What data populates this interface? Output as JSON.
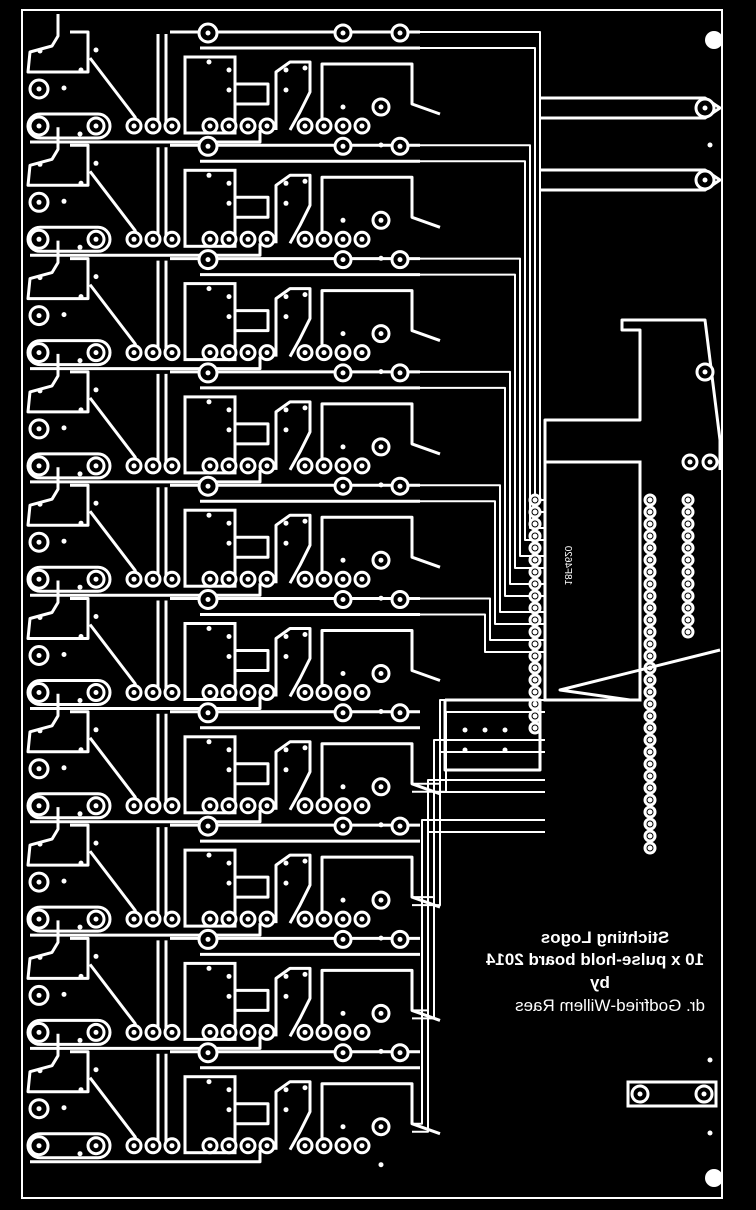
{
  "board": {
    "copper_color": "#000000",
    "isolation_color": "#ffffff",
    "channel_count": 10,
    "chip_label": "18F4620",
    "credits": {
      "line1": "Stichting Logos",
      "line2": "10 x pulse-hold board 2014",
      "line3": "by",
      "line4": "dr. Godfried-Willem Raes"
    }
  }
}
